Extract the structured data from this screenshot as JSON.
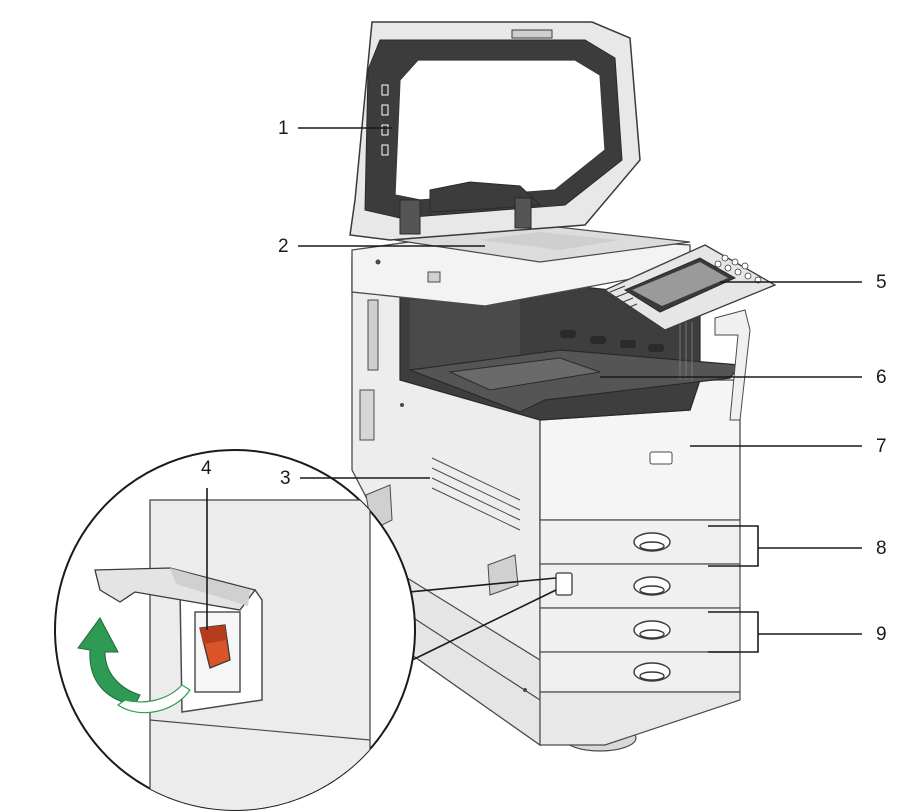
{
  "callouts": [
    {
      "label": "1",
      "part": "auto-document-feeder"
    },
    {
      "label": "2",
      "part": "exposure-glass"
    },
    {
      "label": "3",
      "part": "ventilation-holes"
    },
    {
      "label": "4",
      "part": "main-power-switch"
    },
    {
      "label": "5",
      "part": "control-panel"
    },
    {
      "label": "6",
      "part": "internal-tray"
    },
    {
      "label": "7",
      "part": "front-cover"
    },
    {
      "label": "8",
      "part": "paper-trays-1-2"
    },
    {
      "label": "9",
      "part": "lower-paper-trays"
    }
  ],
  "colors": {
    "body": "#f2f2f2",
    "panel": "#e2e2e2",
    "dark": "#3a3a3a",
    "outline": "#4a4a4a",
    "switch": "#d9532b",
    "arrow": "#2f9a54"
  }
}
